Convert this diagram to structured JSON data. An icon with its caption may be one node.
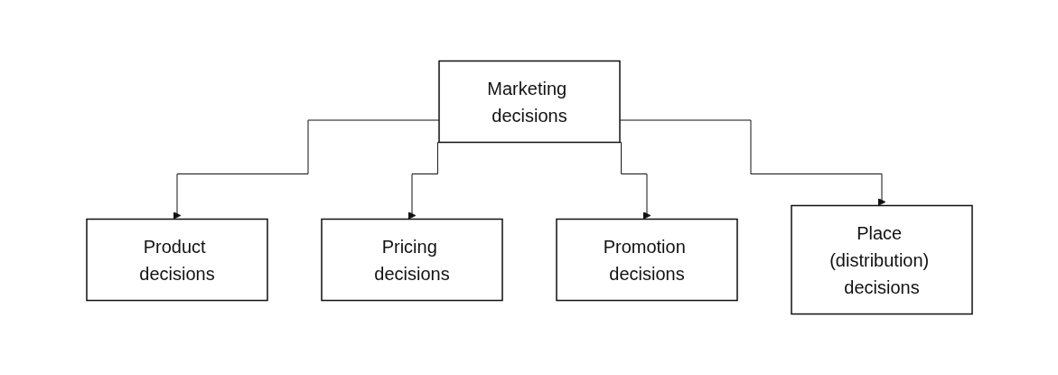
{
  "diagram": {
    "nodes": [
      {
        "text": [
          "Marketing decisions"
        ]
      },
      {
        "text": [
          "Product decisions"
        ]
      },
      {
        "text": [
          "Pricing decisions"
        ]
      },
      {
        "text": [
          "Promotion decisions"
        ]
      },
      {
        "text": [
          "Place (distribution) decisions"
        ]
      }
    ],
    "edges": [
      {
        "from": 0,
        "to": 1,
        "arrow": "to"
      },
      {
        "from": 0,
        "to": 2,
        "arrow": "to"
      },
      {
        "from": 0,
        "to": 3,
        "arrow": "to"
      },
      {
        "from": 0,
        "to": 4,
        "arrow": "to"
      }
    ]
  }
}
